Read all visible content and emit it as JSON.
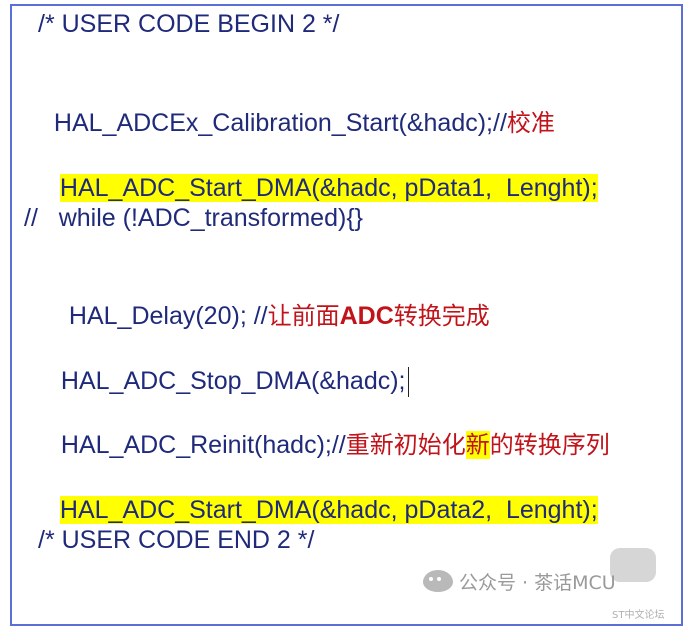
{
  "code": {
    "line1": "/* USER CODE BEGIN 2 */",
    "line2_code": "HAL_ADCEx_Calibration_Start(&hadc);//",
    "line2_comment": "校准",
    "line3": "HAL_ADC_Start_DMA(&hadc, pData1,  Lenght);",
    "line4": "//   while (!ADC_transformed){}",
    "line5_code": "HAL_Delay(20); //",
    "line5_comment_a": "让前面",
    "line5_comment_b": "ADC",
    "line5_comment_c": "转换完成",
    "line6": "HAL_ADC_Stop_DMA(&hadc);",
    "line7_code": "HAL_ADC_Reinit(hadc);//",
    "line7_comment_a": "重新初始化",
    "line7_comment_b": "新",
    "line7_comment_c": "的转换序列",
    "line8": "HAL_ADC_Start_DMA(&hadc, pData2,  Lenght);",
    "line9": "/* USER CODE END 2 */"
  },
  "watermark": {
    "text": "公众号 · 茶话MCU",
    "icon": "wechat-icon",
    "sub": "ST中文论坛"
  },
  "colors": {
    "code": "#1f2a7a",
    "comment": "#c0141a",
    "highlight": "#ffff00",
    "border": "#5b6fd6"
  }
}
